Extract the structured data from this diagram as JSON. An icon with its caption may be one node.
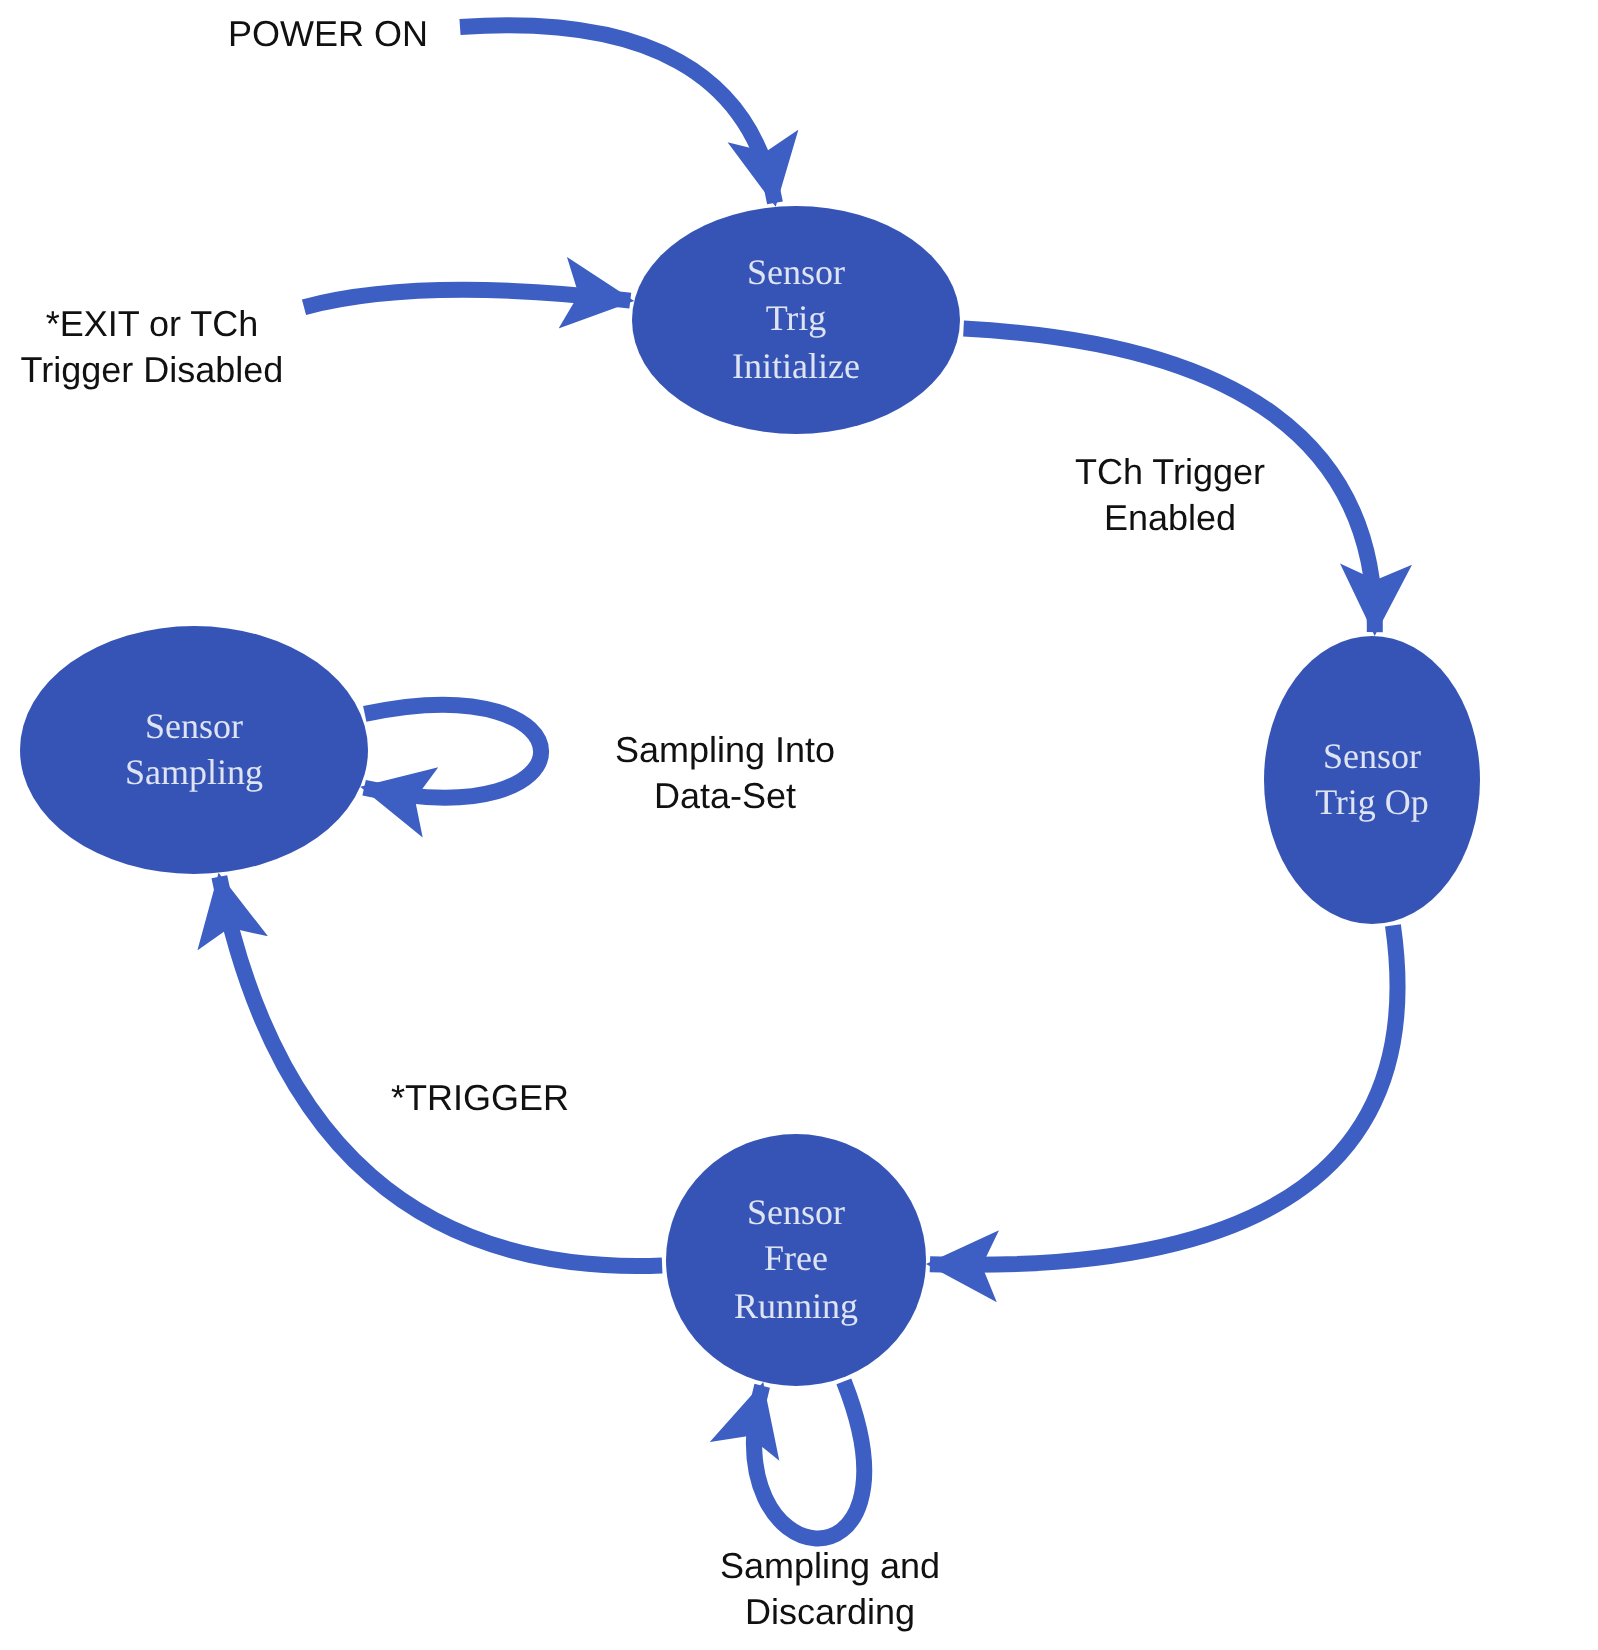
{
  "diagram": {
    "nodes": [
      {
        "text": [
          "Sensor Trig Initialize"
        ]
      },
      {
        "text": [
          "Sensor Trig Op"
        ]
      },
      {
        "text": [
          "Sensor Free Running"
        ]
      },
      {
        "text": [
          "Sensor Sampling"
        ]
      },
      {
        "text": [
          "POWER ON"
        ]
      },
      {
        "text": [
          "*EXIT or TCh Trigger Disabled"
        ]
      }
    ],
    "edges": [
      {
        "from": 4,
        "to": 0,
        "arrow": "to"
      },
      {
        "from": 5,
        "to": 0,
        "arrow": "to"
      },
      {
        "from": 0,
        "to": 1,
        "arrow": "to",
        "label": "TCh Trigger Enabled"
      },
      {
        "from": 1,
        "to": 2,
        "arrow": "to"
      },
      {
        "from": 2,
        "to": 3,
        "arrow": "to",
        "label": "*TRIGGER"
      },
      {
        "from": 3,
        "to": 3,
        "arrow": "to",
        "label": "Sampling Into Data-Set"
      },
      {
        "from": 2,
        "to": 2,
        "arrow": "to",
        "label": "Sampling and Discarding"
      }
    ]
  }
}
